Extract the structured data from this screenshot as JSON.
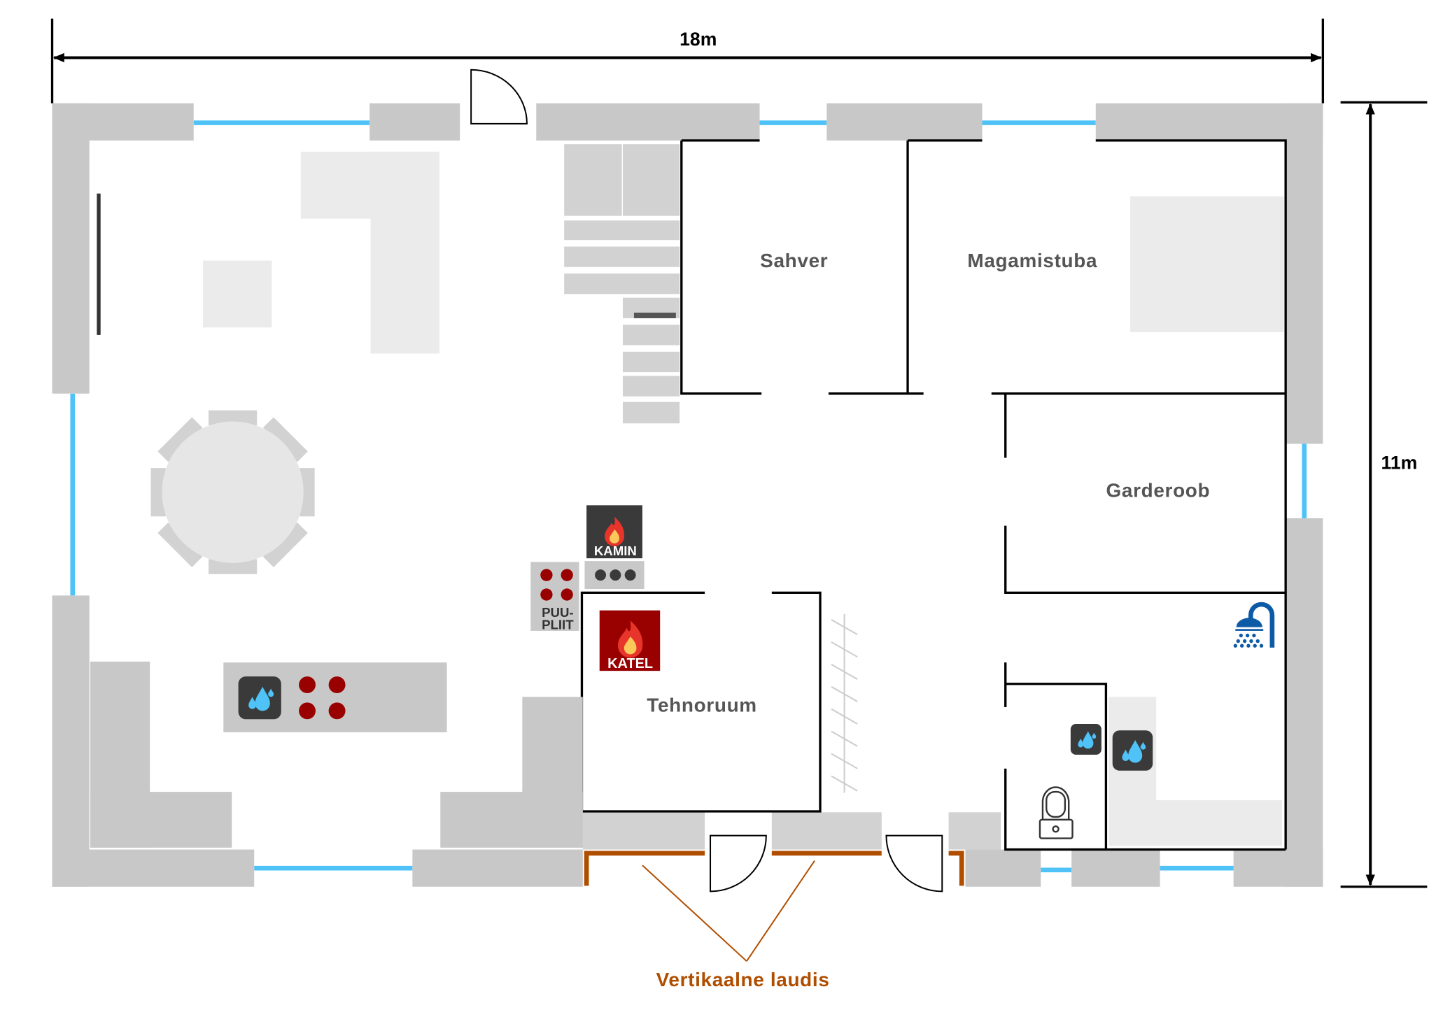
{
  "dimensions": {
    "width_label": "18m",
    "height_label": "11m"
  },
  "rooms": {
    "sahver": "Sahver",
    "magamistuba": "Magamistuba",
    "garderoob": "Garderoob",
    "tehnoruum": "Tehnoruum"
  },
  "appliances": {
    "kamin": "KAMIN",
    "katel": "KATEL",
    "puupliit_line1": "PUU-",
    "puupliit_line2": "PLIIT"
  },
  "annotation": {
    "label": "Vertikaalne laudis"
  },
  "colors": {
    "wall": "#c8c8c8",
    "window": "#4fc3f7",
    "furniture": "#ebebeb",
    "stove_red": "#990000",
    "icon_dark": "#3a3a3a",
    "annotation": "#b04e00",
    "shower": "#0d5aa7"
  },
  "icons": [
    "water-drop-icon",
    "flame-icon",
    "shower-icon",
    "toilet-icon",
    "door-icon"
  ]
}
